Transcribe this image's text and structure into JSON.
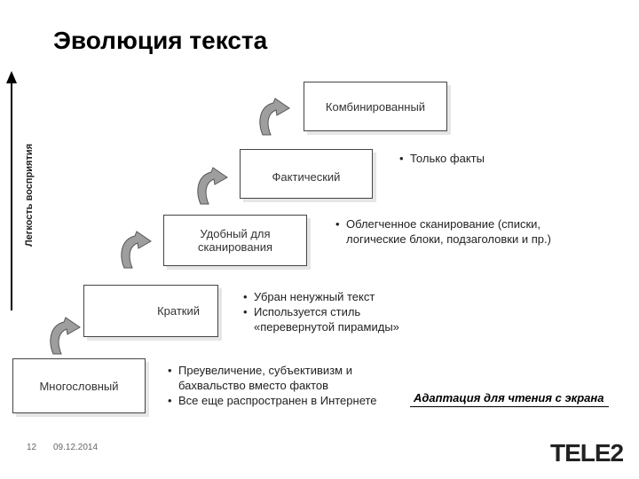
{
  "title": "Эволюция текста",
  "axis_label": "Легкость восприятия",
  "steps": [
    {
      "label": "Многословный"
    },
    {
      "label": "Краткий"
    },
    {
      "label": "Удобный для\nсканирования"
    },
    {
      "label": "Фактический"
    },
    {
      "label": "Комбинированный"
    }
  ],
  "notes": {
    "wordy": [
      "Преувеличение, субъективизм и бахвальство вместо фактов",
      "Все еще распространен в Интернете"
    ],
    "concise": [
      "Убран ненужный текст",
      "Используется стиль «перевернутой пирамиды»"
    ],
    "scannable": [
      "Облегченное сканирование (списки, логические блоки, подзаголовки и пр.)"
    ],
    "factual": [
      "Только факты"
    ]
  },
  "adaptation_label": "Адаптация для чтения с экрана",
  "footer": {
    "page_number": "12",
    "date": "09.12.2014"
  },
  "logo_text": "TELE2",
  "colors": {
    "arrow_fill": "#9e9e9e",
    "box_border": "#444444"
  }
}
